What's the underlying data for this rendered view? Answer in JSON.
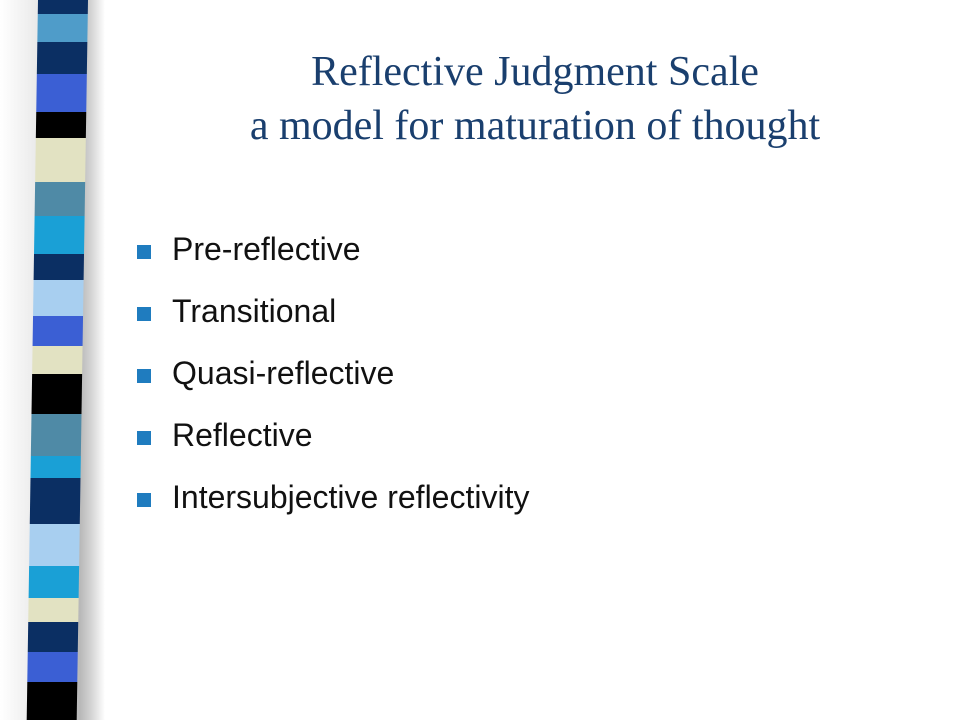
{
  "slide": {
    "title_line1": "Reflective Judgment Scale",
    "title_line2": "a model for maturation of thought",
    "bullets": [
      "Pre-reflective",
      "Transitional",
      "Quasi-reflective",
      "Reflective",
      "Intersubjective reflectivity"
    ]
  },
  "colors": {
    "title": "#1a3f6e",
    "bullet_marker": "#1f7cbf",
    "bullet_text": "#111111"
  }
}
